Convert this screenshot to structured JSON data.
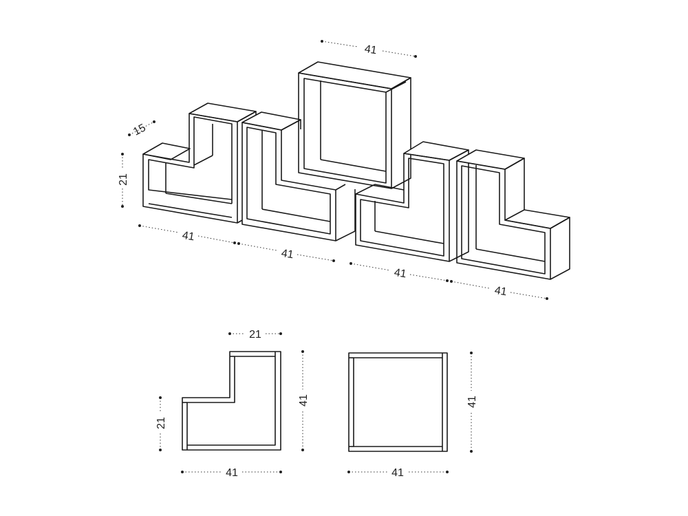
{
  "colors": {
    "line": "#1a1a1a",
    "background": "#ffffff"
  },
  "dimensions": {
    "top_width": "41",
    "depth": "15",
    "height": "21",
    "bottom_widths": [
      "41",
      "41",
      "41",
      "41"
    ],
    "l_top_width": "21",
    "l_height_full": "41",
    "l_height_low": "21",
    "l_width": "41",
    "square_height": "41",
    "square_width": "41"
  }
}
